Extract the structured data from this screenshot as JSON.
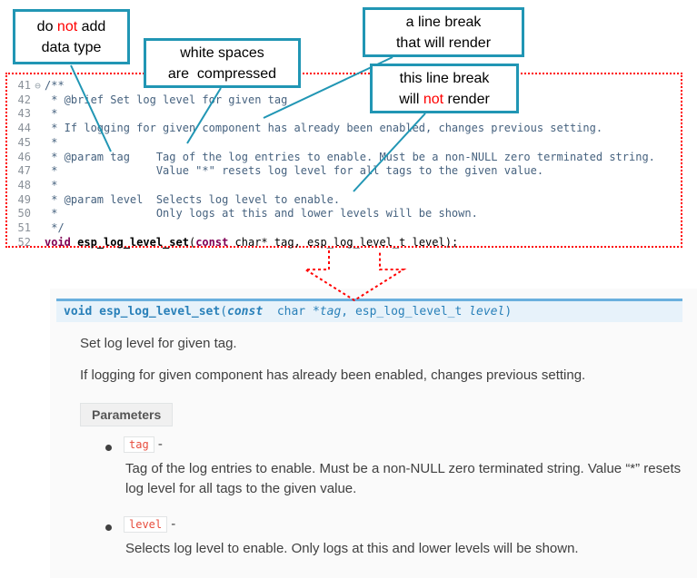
{
  "colors": {
    "accent_teal": "#2196b4",
    "annotation_red": "#ff0000",
    "code_keyword": "#7f0055",
    "code_comment": "#46627f",
    "sig_background": "#e7f2fa",
    "sig_border": "#6ab0de",
    "sig_text": "#2980b9",
    "param_code_text": "#e74c3c"
  },
  "callouts": {
    "no_datatype": {
      "l1a": "do ",
      "l1b": "not",
      "l1c": " add",
      "l2": "data type"
    },
    "whitespace": {
      "l1": "white spaces",
      "l2": "are  compressed"
    },
    "break_render": {
      "l1": "a line break",
      "l2": "that will render"
    },
    "break_norender": {
      "l1": "this line break",
      "l2a": "will ",
      "l2b": "not",
      "l2c": " render"
    }
  },
  "code": {
    "lines": [
      {
        "num": "41",
        "fold": "⊖",
        "text": "/**"
      },
      {
        "num": "42",
        "fold": "",
        "text": " * @brief Set log level for given tag"
      },
      {
        "num": "43",
        "fold": "",
        "text": " *"
      },
      {
        "num": "44",
        "fold": "",
        "text": " * If logging for given component has already been enabled, changes previous setting."
      },
      {
        "num": "45",
        "fold": "",
        "text": " *"
      },
      {
        "num": "46",
        "fold": "",
        "text": " * @param tag    Tag of the log entries to enable. Must be a non-NULL zero terminated string."
      },
      {
        "num": "47",
        "fold": "",
        "text": " *               Value \"*\" resets log level for all tags to the given value."
      },
      {
        "num": "48",
        "fold": "",
        "text": " *"
      },
      {
        "num": "49",
        "fold": "",
        "text": " * @param level  Selects log level to enable."
      },
      {
        "num": "50",
        "fold": "",
        "text": " *               Only logs at this and lower levels will be shown."
      },
      {
        "num": "51",
        "fold": "",
        "text": " */"
      }
    ],
    "last": {
      "num": "52",
      "kw1": "void ",
      "fn": "esp_log_level_set",
      "p1": "(",
      "kw2": "const",
      "p2": " char* tag, esp_log_level_t level);"
    }
  },
  "doc": {
    "sig": {
      "s1": "void ",
      "s2": "esp_log_level_set",
      "s3": "(",
      "s4": "const",
      "s5": "  char *",
      "s6": "tag",
      "s7": ", ",
      "s8": "esp_log_level_t ",
      "s9": "level",
      "s10": ")"
    },
    "brief": "Set log level for given tag.",
    "description": "If logging for given component has already been enabled, changes previous setting.",
    "parameters_label": "Parameters",
    "params": [
      {
        "name": "tag",
        "dash": " -",
        "desc": "Tag of the log entries to enable. Must be a non-NULL zero terminated string. Value “*” resets log level for all tags to the given value."
      },
      {
        "name": "level",
        "dash": " -",
        "desc": "Selects log level to enable. Only logs at this and lower levels will be shown."
      }
    ]
  }
}
